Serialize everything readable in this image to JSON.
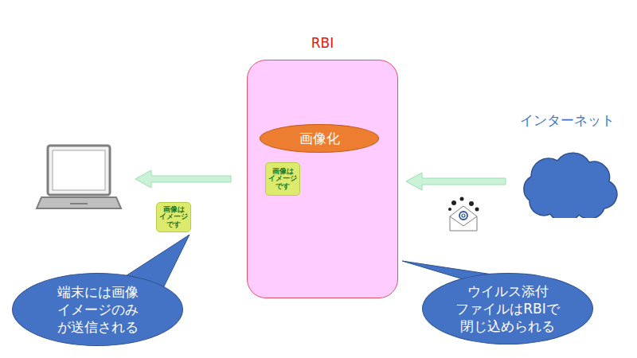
{
  "diagram": {
    "nodes": [
      {
        "text": [
          "RBI"
        ]
      },
      {
        "text": [
          "画像化"
        ],
        "in": 0
      },
      {
        "text": [
          "画像は イメージ です"
        ],
        "in": 0
      },
      {
        "text": [
          "インターネット"
        ]
      },
      {
        "text": [
          "画像は イメージ です"
        ]
      },
      {
        "text": [
          "端末には画像 イメージのみ が送信される"
        ]
      },
      {
        "text": [
          "ウイルス添付 ファイルはRBIで 閉じ込められる"
        ]
      }
    ],
    "edges": [
      {
        "from": 3,
        "to": 0,
        "arrow": "to"
      }
    ]
  }
}
